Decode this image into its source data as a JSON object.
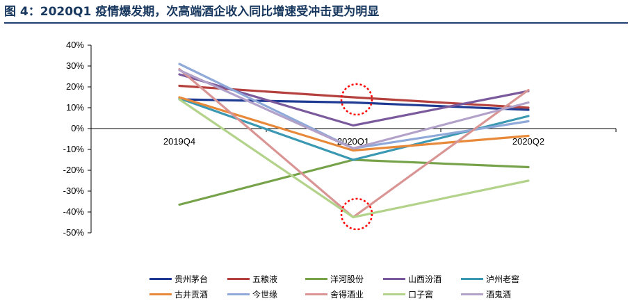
{
  "figure_title": "图 4：2020Q1 疫情爆发期，次高端酒企收入同比增速受冲击更为明显",
  "colors": {
    "title": "#17375e",
    "title_rule": "#1f3f73",
    "axis": "#000000",
    "highlight_circle": "#ff0000"
  },
  "chart_data": {
    "type": "line",
    "title": "",
    "xlabel": "",
    "ylabel": "",
    "categories": [
      "2019Q4",
      "2020Q1",
      "2020Q2"
    ],
    "ylim": [
      -0.5,
      0.4
    ],
    "yticks": [
      "40%",
      "30%",
      "20%",
      "10%",
      "0%",
      "-10%",
      "-20%",
      "-30%",
      "-40%",
      "-50%"
    ],
    "ytick_values": [
      0.4,
      0.3,
      0.2,
      0.1,
      0.0,
      -0.1,
      -0.2,
      -0.3,
      -0.4,
      -0.5
    ],
    "grid": false,
    "legend_position": "bottom",
    "series": [
      {
        "name": "贵州茅台",
        "color": "#1f3a93",
        "values": [
          0.14,
          0.125,
          0.09
        ]
      },
      {
        "name": "五粮液",
        "color": "#b5413e",
        "values": [
          0.205,
          0.15,
          0.1
        ]
      },
      {
        "name": "洋河股份",
        "color": "#76a24a",
        "values": [
          -0.365,
          -0.15,
          -0.185
        ]
      },
      {
        "name": "山西汾酒",
        "color": "#7a5a9c",
        "values": [
          0.26,
          0.015,
          0.18
        ]
      },
      {
        "name": "泸州老窖",
        "color": "#3b98b2",
        "values": [
          0.145,
          -0.15,
          0.06
        ]
      },
      {
        "name": "古井贡酒",
        "color": "#e8893a",
        "values": [
          0.15,
          -0.105,
          -0.035
        ]
      },
      {
        "name": "今世缘",
        "color": "#8fa9d9",
        "values": [
          0.31,
          -0.095,
          0.035
        ]
      },
      {
        "name": "舍得酒业",
        "color": "#d99594",
        "values": [
          0.285,
          -0.425,
          0.185
        ]
      },
      {
        "name": "口子窖",
        "color": "#b3d28a",
        "values": [
          0.14,
          -0.425,
          -0.25
        ]
      },
      {
        "name": "酒鬼酒",
        "color": "#b2a1c9",
        "values": [
          0.28,
          -0.095,
          0.125
        ]
      }
    ],
    "annotations": [
      {
        "type": "circle",
        "style": "dotted",
        "color": "#ff0000",
        "x": "2020Q1",
        "y": 0.14
      },
      {
        "type": "circle",
        "style": "dotted",
        "color": "#ff0000",
        "x": "2020Q1",
        "y": -0.41
      }
    ]
  }
}
